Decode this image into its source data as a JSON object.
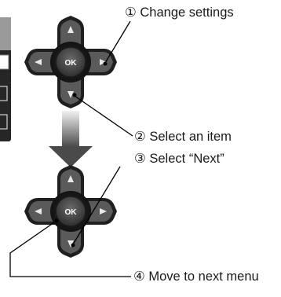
{
  "callouts": {
    "c1": "① Change settings",
    "c2": "② Select an item",
    "c3": "③ Select “Next”",
    "c4": "④ Move to next menu"
  },
  "ok_label": "OK",
  "colors": {
    "pad_outer": "#1f1f1f",
    "pad_face": "#5a5a5a",
    "ok_center": "#4a4a4a",
    "panel_dark": "#262626",
    "panel_light": "#9a9a9a"
  }
}
